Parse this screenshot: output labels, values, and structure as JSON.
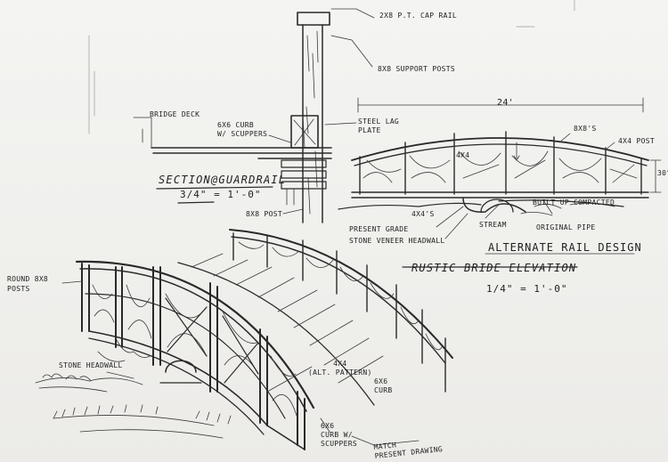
{
  "labels": {
    "cap_rail": "2x8 P.T. CAP RAIL",
    "support_posts": "8x8 SUPPORT POSTS",
    "bridge_deck": "BRIDGE DECK",
    "curb_scuppers": "6x6 CURB\nW/ SCUPPERS",
    "steel_lag": "STEEL LAG\nPLATE",
    "section_title": "SECTION@GUARDRAIL",
    "section_scale": "3/4\" = 1'-0\"",
    "post_8x8": "8x8 POST",
    "span_dim": "24'",
    "rail_8x8": "8x8's",
    "post_4x4": "4x4 POST",
    "member_4x4": "4x4",
    "height_dim": "30\"",
    "member_4x4s": "4x4's",
    "built_up": "BUILT UP COMPACTED",
    "present_grade": "PRESENT GRADE",
    "stream": "STREAM",
    "original_pipe": "ORIGINAL PIPE",
    "stone_veneer": "STONE VENEER HEADWALL",
    "alt_rail": "ALTERNATE RAIL DESIGN",
    "elevation_title": "RUSTIC BRIDE ELEVATION",
    "elevation_scale": "1/4\" = 1'-0\"",
    "round_posts": "ROUND 8x8\nPOSTS",
    "stone_headwall": "STONE HEADWALL",
    "alt_pattern": "4x4\n(ALT. PATTERN)",
    "curb_6x6": "6x6\nCURB",
    "curb_bottom": "6x6\nCURB W/\nSCUPPERS",
    "match_drawing": "MATCH\nPRESENT DRAWING"
  }
}
